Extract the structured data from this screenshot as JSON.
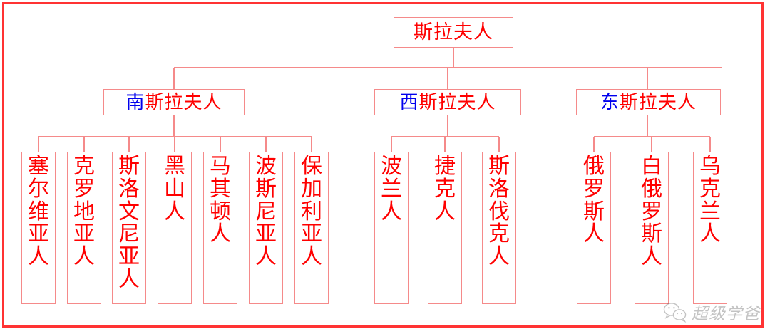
{
  "diagram": {
    "type": "tree",
    "title_text": "斯拉夫人",
    "colors": {
      "node_text": "#ff0000",
      "direction_prefix": "#0000ee",
      "box_border": "#f58a8a",
      "connector": "#f58a8a",
      "outer_frame": "#ff3333",
      "background": "#ffffff"
    },
    "root": {
      "label": "斯拉夫人"
    },
    "branches": [
      {
        "id": "south",
        "prefix": "南",
        "suffix": "斯拉夫人",
        "label": "南斯拉夫人",
        "children": [
          {
            "label": "塞尔维亚人"
          },
          {
            "label": "克罗地亚人"
          },
          {
            "label": "斯洛文尼亚人"
          },
          {
            "label": "黑山人"
          },
          {
            "label": "马其顿人"
          },
          {
            "label": "波斯尼亚人"
          },
          {
            "label": "保加利亚人"
          }
        ]
      },
      {
        "id": "west",
        "prefix": "西",
        "suffix": "斯拉夫人",
        "label": "西斯拉夫人",
        "children": [
          {
            "label": "波兰人"
          },
          {
            "label": "捷克人"
          },
          {
            "label": "斯洛伐克人"
          }
        ]
      },
      {
        "id": "east",
        "prefix": "东",
        "suffix": "斯拉夫人",
        "label": "东斯拉夫人",
        "children": [
          {
            "label": "俄罗斯人"
          },
          {
            "label": "白俄罗斯人"
          },
          {
            "label": "乌克兰人"
          }
        ]
      }
    ]
  },
  "watermark": {
    "text": "超级学爸",
    "icon": "wechat-icon"
  }
}
